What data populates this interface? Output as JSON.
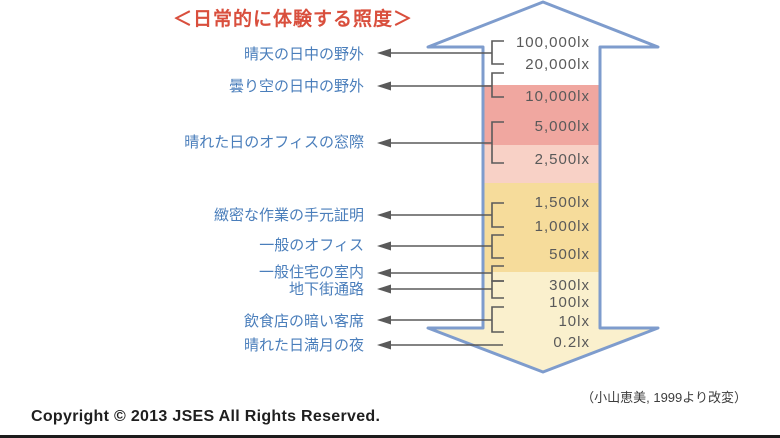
{
  "title": "＜日常的に体験する照度＞",
  "labels": [
    "晴天の日中の野外",
    "曇り空の日中の野外",
    "晴れた日のオフィスの窓際",
    "緻密な作業の手元証明",
    "一般のオフィス",
    "一般住宅の室内",
    "地下街通路",
    "飲食店の暗い客席",
    "晴れた日満月の夜"
  ],
  "lux_values": [
    "100,000lx",
    "20,000lx",
    "10,000lx",
    "5,000lx",
    "2,500lx",
    "1,500lx",
    "1,000lx",
    "500lx",
    "300lx",
    "100lx",
    "10lx",
    "0.2lx"
  ],
  "mapping": [
    {
      "label": "晴天の日中の野外",
      "range": "100,000–20,000lx"
    },
    {
      "label": "曇り空の日中の野外",
      "range": "20,000–10,000lx"
    },
    {
      "label": "晴れた日のオフィスの窓際",
      "range": "5,000–2,500lx"
    },
    {
      "label": "緻密な作業の手元証明",
      "range": "1,500–1,000lx"
    },
    {
      "label": "一般のオフィス",
      "range": "1,000–500lx"
    },
    {
      "label": "一般住宅の室内",
      "range": "500–300lx"
    },
    {
      "label": "地下街通路",
      "range": "300–100lx"
    },
    {
      "label": "飲食店の暗い客席",
      "range": "100–10lx"
    },
    {
      "label": "晴れた日満月の夜",
      "range": "0.2lx"
    }
  ],
  "credit": "（小山恵美, 1999より改変）",
  "copyright": "Copyright © 2013 JSES All Rights Reserved.",
  "colors": {
    "arrow_outline_blue": "#7e9ccd",
    "band_dark_pink": "#f0a7a0",
    "band_light_pink": "#f8d1c6",
    "band_gold": "#f6dc9b",
    "band_light_yellow": "#faf0cd",
    "label_blue": "#4a7ebb",
    "title_red": "#d94f3d",
    "line_gray": "#5a5a5a"
  }
}
